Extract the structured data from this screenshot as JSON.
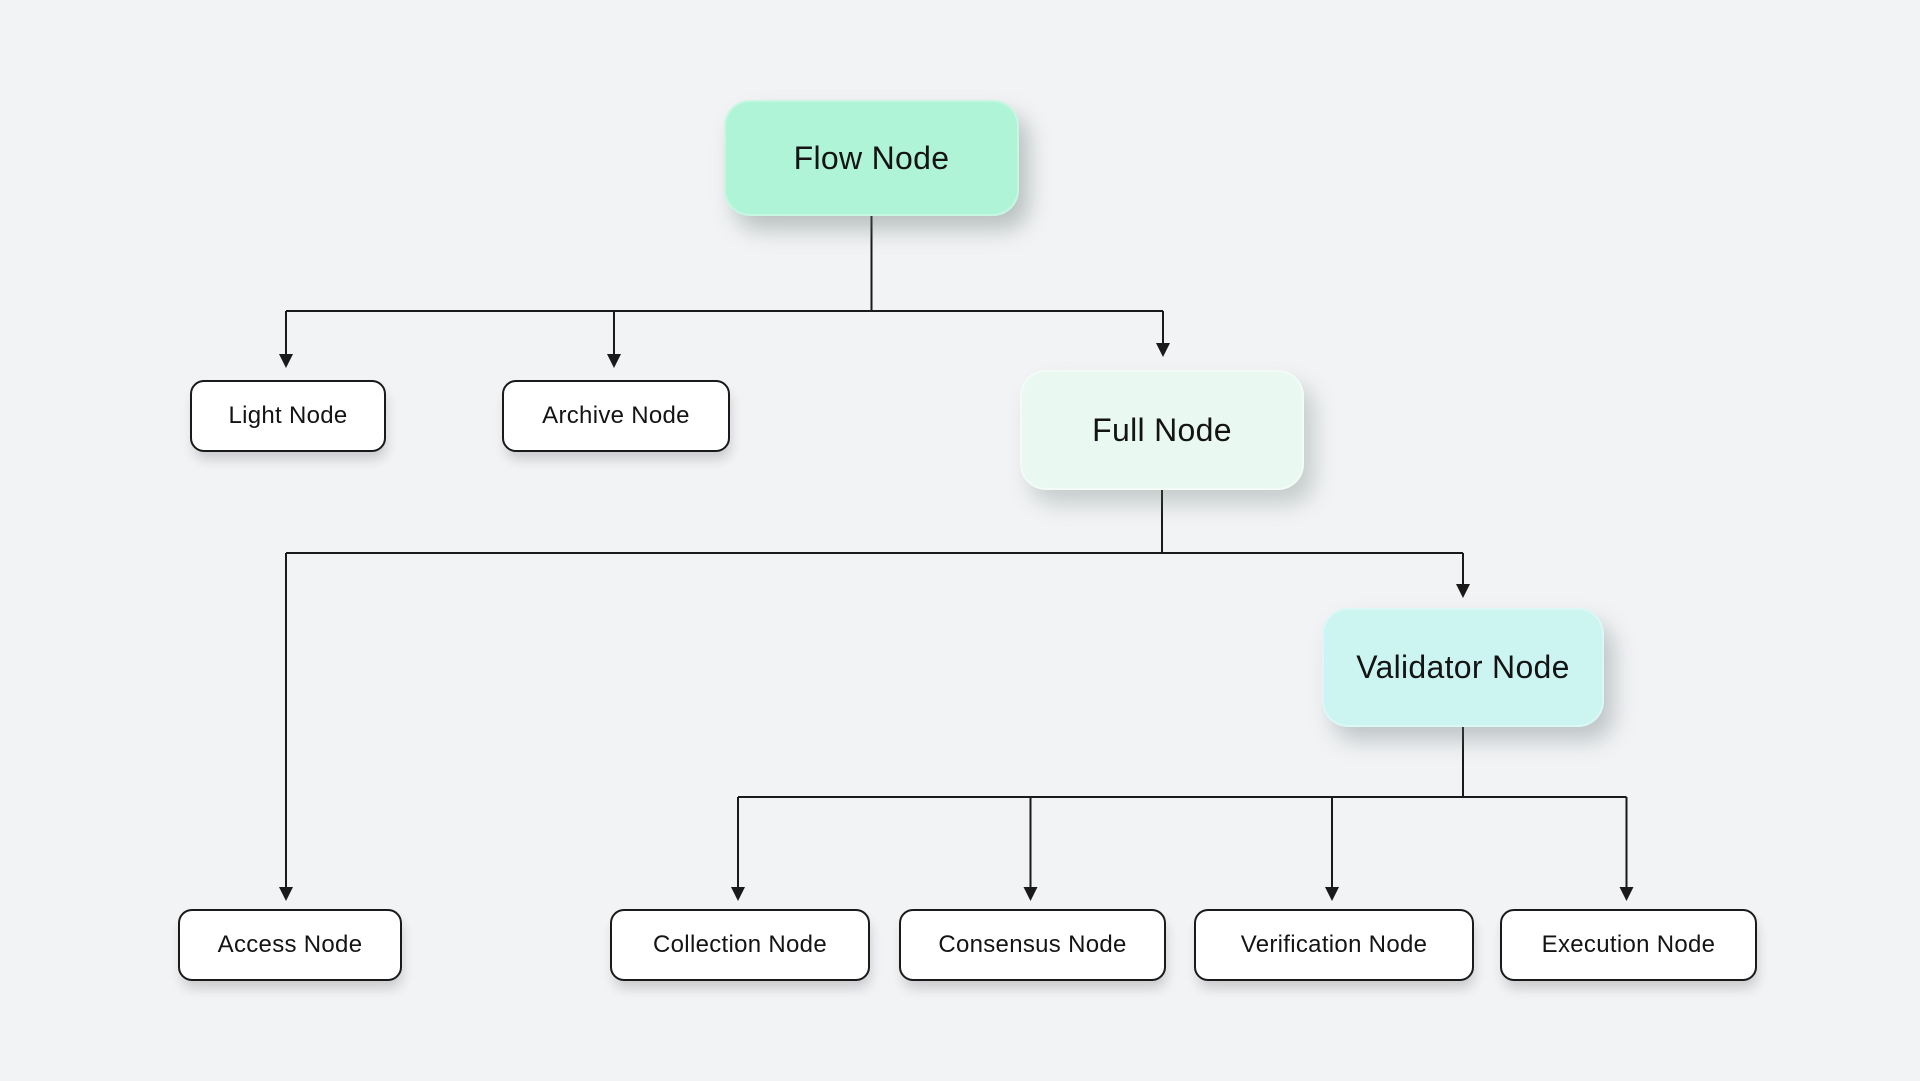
{
  "diagram": {
    "nodes": {
      "flow": {
        "label": "Flow Node",
        "style": "mint"
      },
      "light": {
        "label": "Light Node",
        "style": "outline"
      },
      "archive": {
        "label": "Archive Node",
        "style": "outline"
      },
      "full": {
        "label": "Full Node",
        "style": "pale-mint"
      },
      "validator": {
        "label": "Validator Node",
        "style": "cyan"
      },
      "access": {
        "label": "Access Node",
        "style": "outline"
      },
      "collection": {
        "label": "Collection Node",
        "style": "outline"
      },
      "consensus": {
        "label": "Consensus Node",
        "style": "outline"
      },
      "verification": {
        "label": "Verification Node",
        "style": "outline"
      },
      "execution": {
        "label": "Execution Node",
        "style": "outline"
      }
    },
    "edges": [
      {
        "from": "Flow Node",
        "to": "Light Node"
      },
      {
        "from": "Flow Node",
        "to": "Archive Node"
      },
      {
        "from": "Flow Node",
        "to": "Full Node"
      },
      {
        "from": "Full Node",
        "to": "Access Node"
      },
      {
        "from": "Full Node",
        "to": "Validator Node"
      },
      {
        "from": "Validator Node",
        "to": "Collection Node"
      },
      {
        "from": "Validator Node",
        "to": "Consensus Node"
      },
      {
        "from": "Validator Node",
        "to": "Verification Node"
      },
      {
        "from": "Validator Node",
        "to": "Execution Node"
      }
    ],
    "colors": {
      "background": "#f2f3f5",
      "flow-fill": "#b0f4d8",
      "full-fill": "#e9f8f0",
      "validator-fill": "#ccf5f2",
      "leaf-fill": "#ffffff",
      "line": "#1a1a1a",
      "text": "#141414"
    }
  }
}
